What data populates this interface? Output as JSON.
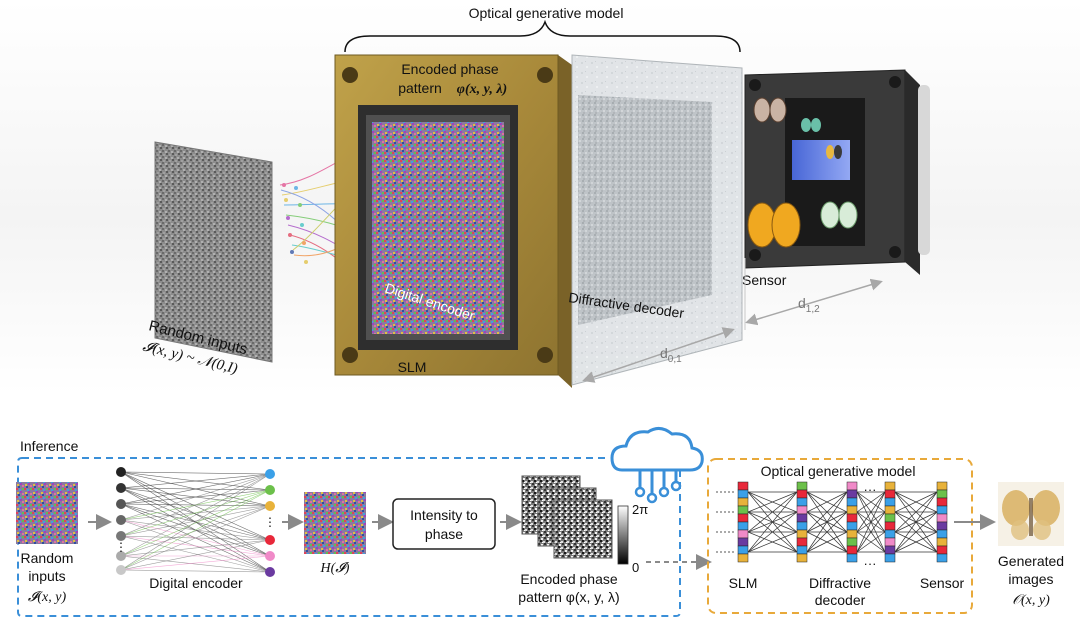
{
  "top": {
    "optical_model_label": "Optical generative model",
    "encoded_phase_line1": "Encoded phase",
    "encoded_phase_line2": "pattern",
    "encoded_phase_formula": "φ(x, y, λ)",
    "digital_encoder_label": "Digital encoder",
    "random_inputs_label": "Random inputs",
    "random_inputs_formula": "𝓘(x, y) ~ 𝒩(0,I)",
    "slm_label": "SLM",
    "diffractive_decoder_label": "Diffractive decoder",
    "sensor_label": "Sensor",
    "d01_label": "d",
    "d01_sub": "0,1",
    "d12_label": "d",
    "d12_sub": "1,2"
  },
  "bottom": {
    "inference_label": "Inference",
    "random_inputs_line1": "Random",
    "random_inputs_line2": "inputs",
    "random_inputs_formula": "𝓘(x, y)",
    "digital_encoder_label": "Digital encoder",
    "h_label": "H(𝓘)",
    "intensity_box_line1": "Intensity to",
    "intensity_box_line2": "phase",
    "colorbar_max": "2π",
    "colorbar_min": "0",
    "encoded_phase_line1": "Encoded phase",
    "encoded_phase_line2": "pattern φ(x, y, λ)",
    "optical_model_label": "Optical generative model",
    "slm_label": "SLM",
    "diffractive_line1": "Diffractive",
    "diffractive_line2": "decoder",
    "sensor_label": "Sensor",
    "generated_line1": "Generated",
    "generated_line2": "images",
    "generated_formula": "𝒪(x, y)"
  },
  "colors": {
    "inference_border": "#3a8fd8",
    "optical_border": "#e8a93a",
    "slm_frame": "#a8893a",
    "arrow": "#8a8a8a"
  },
  "network": {
    "output_node_colors": [
      "#3aa0e8",
      "#6cc04a",
      "#e8b23a",
      "#e8283a",
      "#f08ac8",
      "#6a3aa0"
    ]
  }
}
